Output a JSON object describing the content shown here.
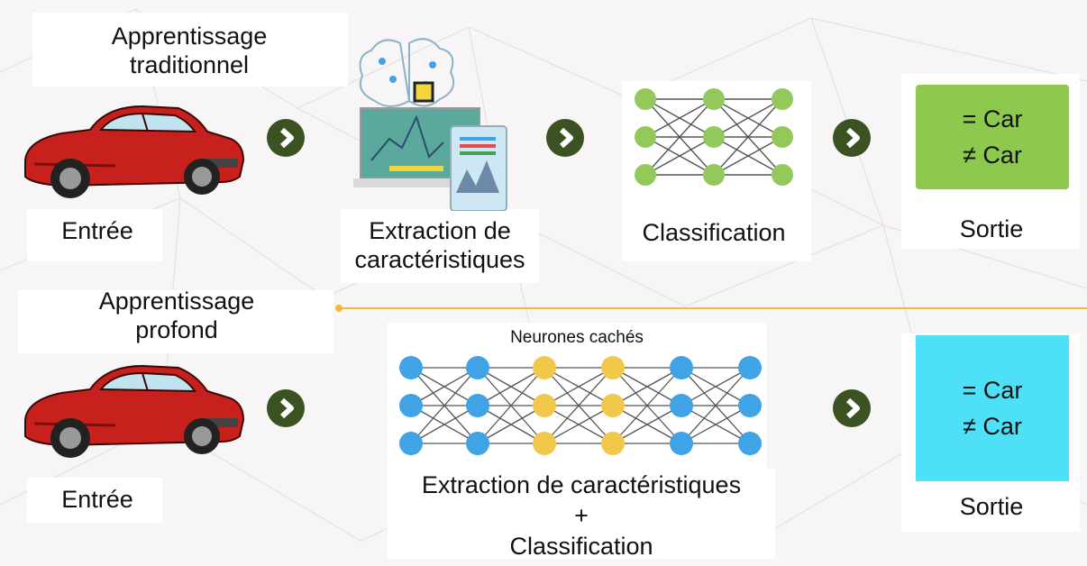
{
  "traditional": {
    "title": "Apprentissage traditionnel",
    "input_label": "Entrée",
    "feature_label": "Extraction de caractéristiques",
    "classification_label": "Classification",
    "output_label": "Sortie",
    "output_eq": "= Car",
    "output_neq": "≠ Car",
    "output_color": "#8cc94e"
  },
  "deep": {
    "title": "Apprentissage profond",
    "input_label": "Entrée",
    "hidden_label": "Neurones cachés",
    "combined_label_1": "Extraction de caractéristiques",
    "combined_label_2": "+",
    "combined_label_3": "Classification",
    "output_label": "Sortie",
    "output_eq": "= Car",
    "output_neq": "≠ Car",
    "output_color": "#4de0f7"
  },
  "colors": {
    "arrow": "#3b5223",
    "neuron_green": "#93c95a",
    "neuron_blue": "#3fa3e6",
    "neuron_yellow": "#f2c84b",
    "divider": "#f2b93b",
    "car_body": "#c8201c"
  }
}
